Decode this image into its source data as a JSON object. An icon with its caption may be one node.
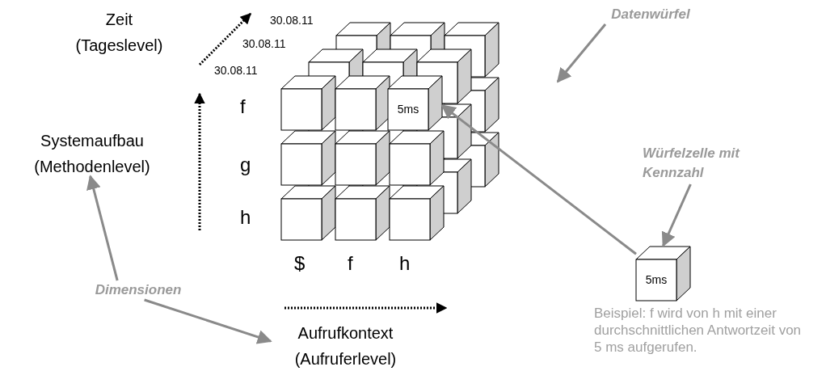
{
  "diagram": {
    "nodes": [
      {
        "text": [
          "Zeit (Tageslevel)"
        ]
      },
      {
        "text": [
          "Datenwürfel"
        ]
      },
      {
        "text": [],
        "shape": "picture"
      },
      {
        "text": [
          "5ms"
        ],
        "in": 2
      },
      {
        "text": [
          "Systemaufbau (Methodenlevel)"
        ]
      },
      {
        "text": [
          "Würfelzelle mit Kennzahl"
        ]
      },
      {
        "text": [
          "5ms"
        ],
        "beside": [
          "Beispiel: f wird von h mit einer durchschnittlichen Antwortzeit von 5 ms aufgerufen."
        ]
      },
      {
        "text": [
          "Dimensionen"
        ]
      },
      {
        "text": [
          "Aufrufkontext (Aufruferlevel)"
        ]
      }
    ],
    "edges": [
      {
        "from": 1,
        "to": 2,
        "arrow": "to"
      },
      {
        "from": 5,
        "to": 6,
        "arrow": "to"
      },
      {
        "from": 6,
        "to": 3,
        "arrow": "to"
      },
      {
        "from": 7,
        "to": 4,
        "arrow": "to"
      },
      {
        "from": 7,
        "to": 8,
        "arrow": "to"
      }
    ],
    "labels": [
      "30.08.11",
      "30.08.11",
      "30.08.11",
      "f",
      "g",
      "h",
      "$",
      "f",
      "h"
    ]
  }
}
